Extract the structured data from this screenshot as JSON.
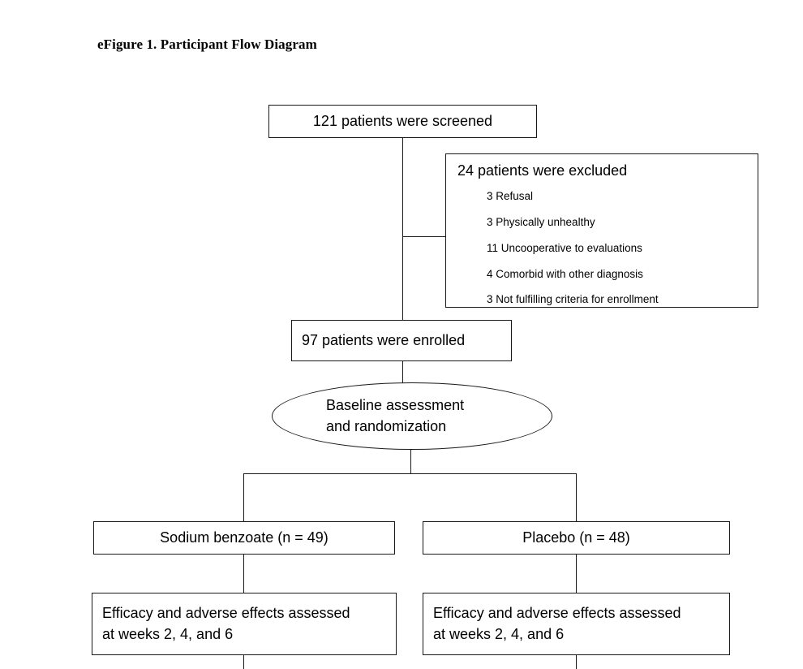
{
  "figure": {
    "title": "eFigure 1. Participant Flow Diagram"
  },
  "nodes": {
    "screened": "121 patients were screened",
    "excluded_heading": "24 patients were excluded",
    "excluded_items": [
      "3 Refusal",
      "3 Physically unhealthy",
      "11 Uncooperative to evaluations",
      "4 Comorbid with other diagnosis",
      "3 Not fulfilling criteria for enrollment"
    ],
    "enrolled": "97 patients were enrolled",
    "baseline_line1": "Baseline assessment",
    "baseline_line2": "and randomization",
    "group_left": "Sodium benzoate (n = 49)",
    "group_right": "Placebo (n = 48)",
    "assess_left_line1": "Efficacy and adverse effects assessed",
    "assess_left_line2": "at weeks 2, 4, and 6",
    "assess_right_line1": "Efficacy and adverse effects assessed",
    "assess_right_line2": "at weeks 2, 4, and 6"
  },
  "chart_data": {
    "type": "table",
    "title": "eFigure 1. Participant Flow Diagram",
    "flow": [
      {
        "stage": "screened",
        "n": 121,
        "label": "121 patients were screened"
      },
      {
        "stage": "excluded",
        "n": 24,
        "label": "24 patients were excluded",
        "reasons": [
          {
            "n": 3,
            "reason": "Refusal"
          },
          {
            "n": 3,
            "reason": "Physically unhealthy"
          },
          {
            "n": 11,
            "reason": "Uncooperative to evaluations"
          },
          {
            "n": 4,
            "reason": "Comorbid with other diagnosis"
          },
          {
            "n": 3,
            "reason": "Not fulfilling criteria for enrollment"
          }
        ]
      },
      {
        "stage": "enrolled",
        "n": 97,
        "label": "97 patients were enrolled"
      },
      {
        "stage": "randomization",
        "label": "Baseline assessment and randomization"
      },
      {
        "stage": "arm",
        "arm": "Sodium benzoate",
        "n": 49,
        "label": "Sodium benzoate (n = 49)"
      },
      {
        "stage": "arm",
        "arm": "Placebo",
        "n": 48,
        "label": "Placebo (n = 48)"
      },
      {
        "stage": "assessment",
        "arm": "Sodium benzoate",
        "label": "Efficacy and adverse effects assessed at weeks 2, 4, and 6"
      },
      {
        "stage": "assessment",
        "arm": "Placebo",
        "label": "Efficacy and adverse effects assessed at weeks 2, 4, and 6"
      }
    ]
  },
  "colors": {
    "stroke": "#1a1a1a",
    "background": "#ffffff",
    "text": "#000000"
  }
}
